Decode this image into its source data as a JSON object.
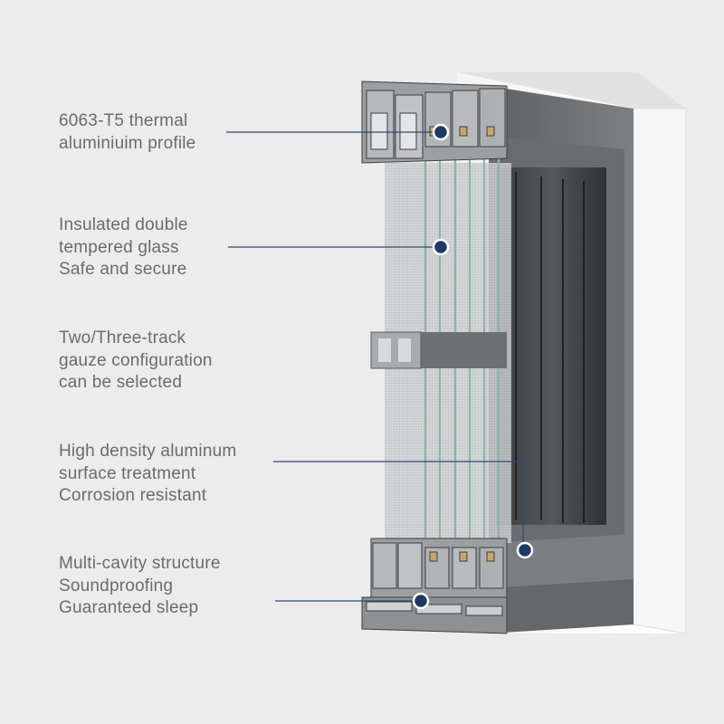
{
  "callouts": [
    {
      "lines": [
        "6063-T5 thermal",
        "aluminiuim profile"
      ]
    },
    {
      "lines": [
        "Insulated double",
        "tempered glass",
        "Safe and secure"
      ]
    },
    {
      "lines": [
        "Two/Three-track",
        "gauze configuration",
        "can be selected"
      ]
    },
    {
      "lines": [
        "High density aluminum",
        "surface treatment",
        "Corrosion resistant"
      ]
    },
    {
      "lines": [
        "Multi-cavity structure",
        "Soundproofing",
        "Guaranteed sleep"
      ]
    }
  ],
  "colors": {
    "background": "#ececec",
    "text": "#6b6b6b",
    "leader_line": "#2c4a73",
    "marker": "#1d3a64",
    "frame": "#6e7174",
    "glass_edge": "#8fb4a3"
  }
}
